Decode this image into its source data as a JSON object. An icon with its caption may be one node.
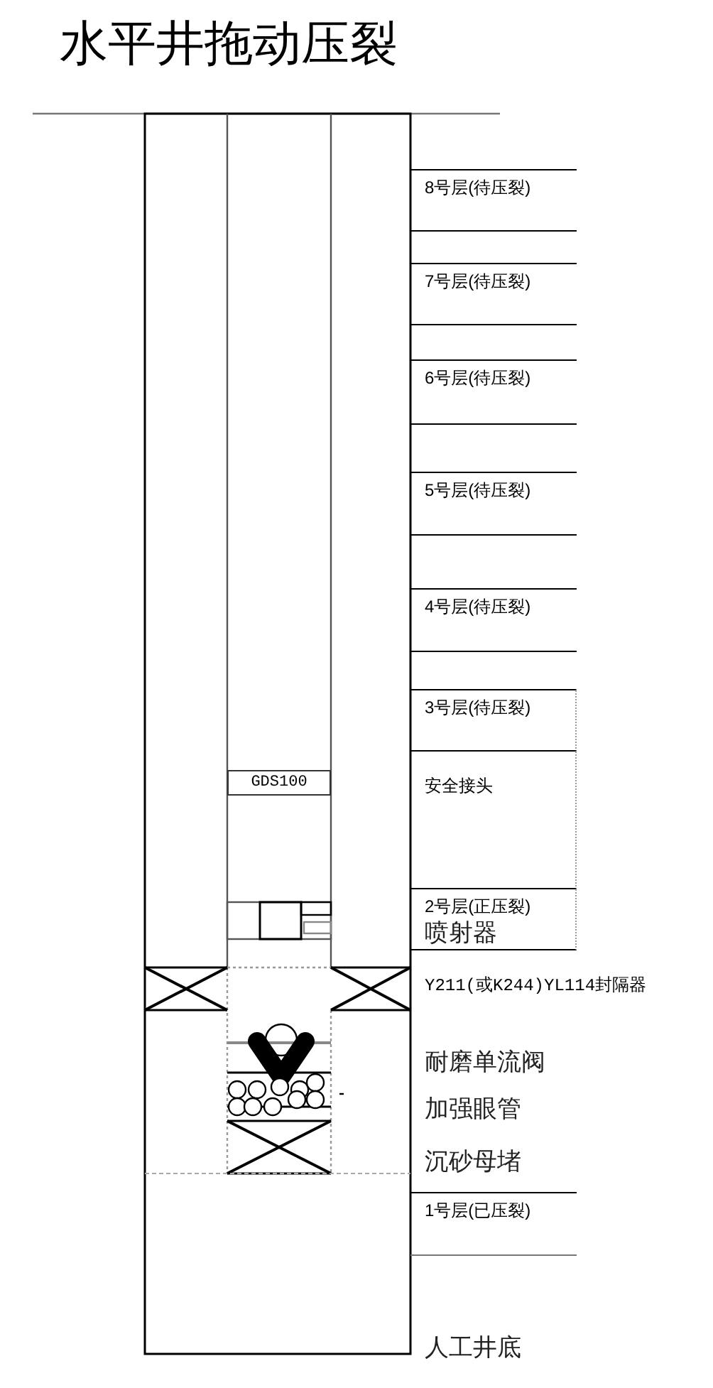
{
  "diagram": {
    "title": "水平井拖动压裂",
    "nodes": [
      {
        "text": [
          "8号层(待压裂)"
        ]
      },
      {
        "text": [
          "7号层(待压裂)"
        ]
      },
      {
        "text": [
          "6号层(待压裂)"
        ]
      },
      {
        "text": [
          "5号层(待压裂)"
        ]
      },
      {
        "text": [
          "4号层(待压裂)"
        ]
      },
      {
        "text": [
          "3号层(待压裂)"
        ]
      },
      {
        "text": [
          "GDS100"
        ]
      },
      {
        "text": [
          "安全接头"
        ]
      },
      {
        "text": [
          "2号层(正压裂)"
        ]
      },
      {
        "text": [
          "1号层(已压裂)"
        ]
      }
    ],
    "labels": [
      "喷射器",
      "Y211(或K244)YL114封隔器",
      "耐磨单流阀",
      "加强眼管",
      "沉砂母堵",
      "人工井底"
    ]
  }
}
